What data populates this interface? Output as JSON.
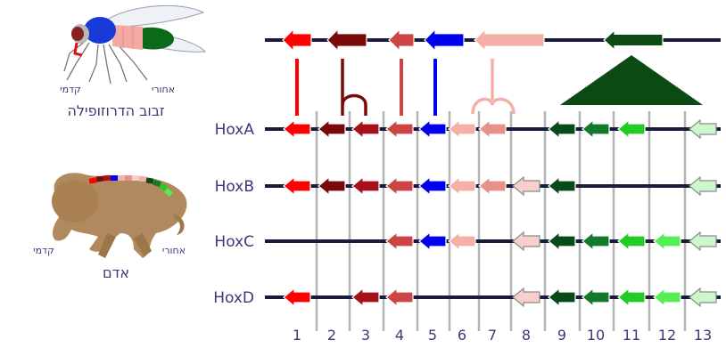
{
  "fly": {
    "caption": "זבוב הדרוזופילה",
    "anterior_label": "קדמי",
    "posterior_label": "אחורי"
  },
  "human": {
    "caption": "אדם",
    "anterior_label": "קדמי",
    "posterior_label": "אחורי"
  },
  "paralog_numbers": [
    "1",
    "2",
    "3",
    "4",
    "5",
    "6",
    "7",
    "8",
    "9",
    "10",
    "11",
    "12",
    "13"
  ],
  "colors": {
    "1": "#ff0000",
    "2": "#7a0a0a",
    "3": "#a8101a",
    "4": "#cc4444",
    "5": "#0000ee",
    "6": "#f2b0a8",
    "7": "#e8918a",
    "8": "#f7d0cc",
    "9": "#0a4a1a",
    "10": "#127a2a",
    "11": "#22cc22",
    "12": "#55ee55",
    "13": "#ccf7cc",
    "line": "#1a1a3a",
    "grid": "#b5b5b5",
    "fly_abd": "#0b4a12"
  },
  "fly_genes": [
    "1",
    "2",
    "4",
    "5",
    "7",
    "abd"
  ],
  "clusters": [
    {
      "name": "HoxA",
      "genes": [
        "1",
        "2",
        "3",
        "4",
        "5",
        "6",
        "7",
        "9",
        "10",
        "11",
        "13"
      ]
    },
    {
      "name": "HoxB",
      "genes": [
        "1",
        "2",
        "3",
        "4",
        "5",
        "6",
        "7",
        "8",
        "9",
        "13"
      ]
    },
    {
      "name": "HoxC",
      "genes": [
        "4",
        "5",
        "6",
        "8",
        "9",
        "10",
        "11",
        "12",
        "13"
      ]
    },
    {
      "name": "HoxD",
      "genes": [
        "1",
        "3",
        "4",
        "8",
        "9",
        "10",
        "11",
        "12",
        "13"
      ]
    }
  ]
}
